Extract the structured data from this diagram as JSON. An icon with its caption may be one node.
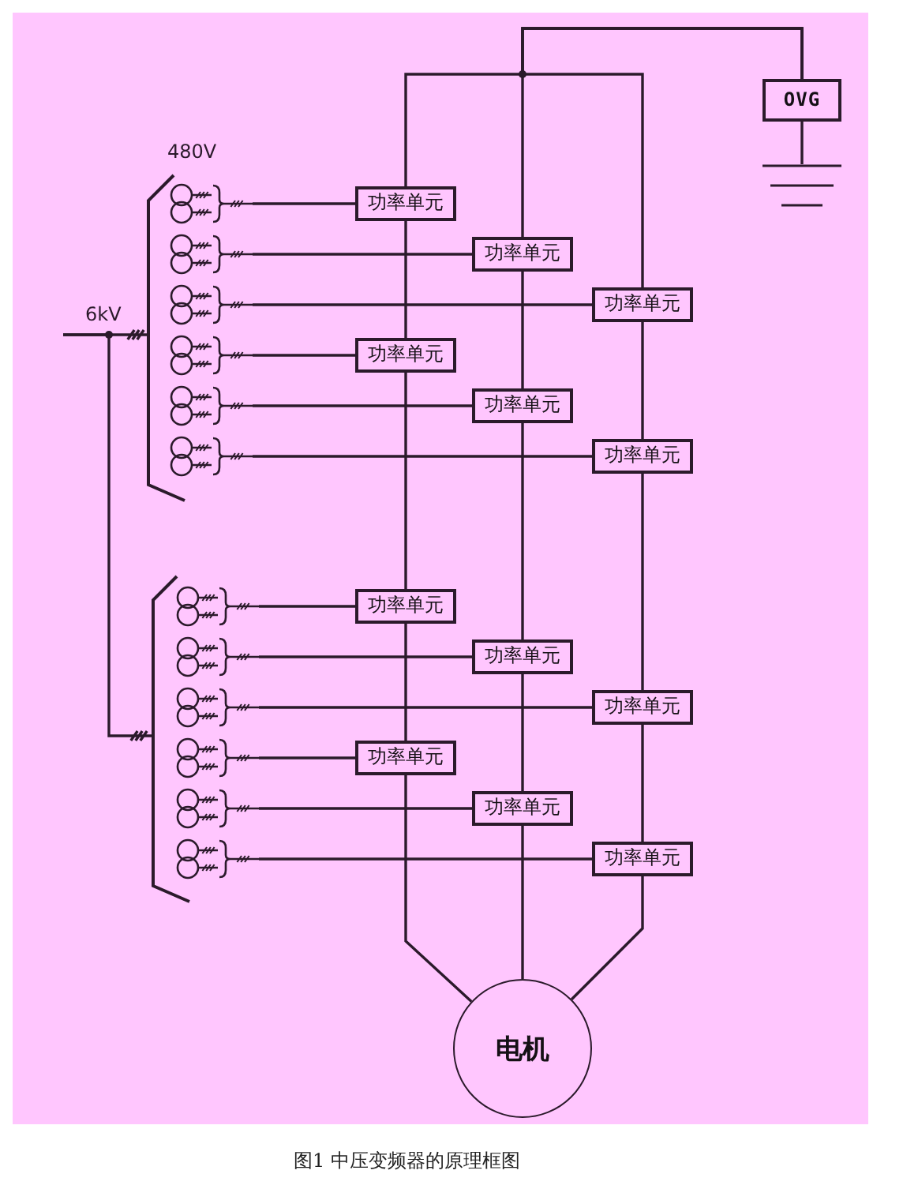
{
  "diagram": {
    "caption": "图1 中压变频器的原理框图",
    "nodes": [
      {
        "text": [
          "OVG"
        ]
      },
      {
        "text": [],
        "shape": "ground"
      },
      {
        "text": [],
        "shape": "bracket"
      },
      {
        "text": [],
        "shape": "transformer",
        "in": 2
      },
      {
        "text": [],
        "shape": "transformer",
        "in": 2
      },
      {
        "text": [],
        "shape": "transformer",
        "in": 2
      },
      {
        "text": [],
        "shape": "transformer",
        "in": 2
      },
      {
        "text": [],
        "shape": "transformer",
        "in": 2
      },
      {
        "text": [],
        "shape": "transformer",
        "in": 2
      },
      {
        "text": [
          "功率单元"
        ]
      },
      {
        "text": [
          "功率单元"
        ]
      },
      {
        "text": [
          "功率单元"
        ]
      },
      {
        "text": [
          "功率单元"
        ]
      },
      {
        "text": [
          "功率单元"
        ]
      },
      {
        "text": [
          "功率单元"
        ]
      },
      {
        "text": [],
        "shape": "bracket"
      },
      {
        "text": [],
        "shape": "transformer",
        "in": 15
      },
      {
        "text": [],
        "shape": "transformer",
        "in": 15
      },
      {
        "text": [],
        "shape": "transformer",
        "in": 15
      },
      {
        "text": [],
        "shape": "transformer",
        "in": 15
      },
      {
        "text": [],
        "shape": "transformer",
        "in": 15
      },
      {
        "text": [],
        "shape": "transformer",
        "in": 15
      },
      {
        "text": [
          "功率单元"
        ]
      },
      {
        "text": [
          "功率单元"
        ]
      },
      {
        "text": [
          "功率单元"
        ]
      },
      {
        "text": [
          "功率单元"
        ]
      },
      {
        "text": [
          "功率单元"
        ]
      },
      {
        "text": [
          "功率单元"
        ]
      },
      {
        "text": [
          "电机"
        ]
      }
    ],
    "edges": [
      {
        "from": null,
        "to": 2,
        "arrow": "none"
      },
      {
        "from": null,
        "to": 15,
        "arrow": "none"
      },
      {
        "from": 0,
        "to": 1,
        "arrow": "none"
      },
      {
        "from": 0,
        "to": 9,
        "arrow": "none"
      },
      {
        "from": 0,
        "to": 10,
        "arrow": "none"
      },
      {
        "from": 0,
        "to": 11,
        "arrow": "none"
      },
      {
        "from": 3,
        "to": 9,
        "arrow": "none"
      },
      {
        "from": 4,
        "to": 10,
        "arrow": "none"
      },
      {
        "from": 5,
        "to": 11,
        "arrow": "none"
      },
      {
        "from": 6,
        "to": 12,
        "arrow": "none"
      },
      {
        "from": 7,
        "to": 13,
        "arrow": "none"
      },
      {
        "from": 8,
        "to": 14,
        "arrow": "none"
      },
      {
        "from": 16,
        "to": 22,
        "arrow": "none"
      },
      {
        "from": 17,
        "to": 23,
        "arrow": "none"
      },
      {
        "from": 18,
        "to": 24,
        "arrow": "none"
      },
      {
        "from": 19,
        "to": 25,
        "arrow": "none"
      },
      {
        "from": 20,
        "to": 26,
        "arrow": "none"
      },
      {
        "from": 21,
        "to": 27,
        "arrow": "none"
      },
      {
        "from": 9,
        "to": 12,
        "arrow": "none"
      },
      {
        "from": 12,
        "to": 22,
        "arrow": "none"
      },
      {
        "from": 22,
        "to": 25,
        "arrow": "none"
      },
      {
        "from": 10,
        "to": 13,
        "arrow": "none"
      },
      {
        "from": 13,
        "to": 23,
        "arrow": "none"
      },
      {
        "from": 23,
        "to": 26,
        "arrow": "none"
      },
      {
        "from": 11,
        "to": 14,
        "arrow": "none"
      },
      {
        "from": 14,
        "to": 24,
        "arrow": "none"
      },
      {
        "from": 24,
        "to": 27,
        "arrow": "none"
      },
      {
        "from": 25,
        "to": 28,
        "arrow": "none"
      },
      {
        "from": 26,
        "to": 28,
        "arrow": "none"
      },
      {
        "from": 27,
        "to": 28,
        "arrow": "none"
      }
    ],
    "labels": [
      "480V",
      "6kV"
    ]
  }
}
